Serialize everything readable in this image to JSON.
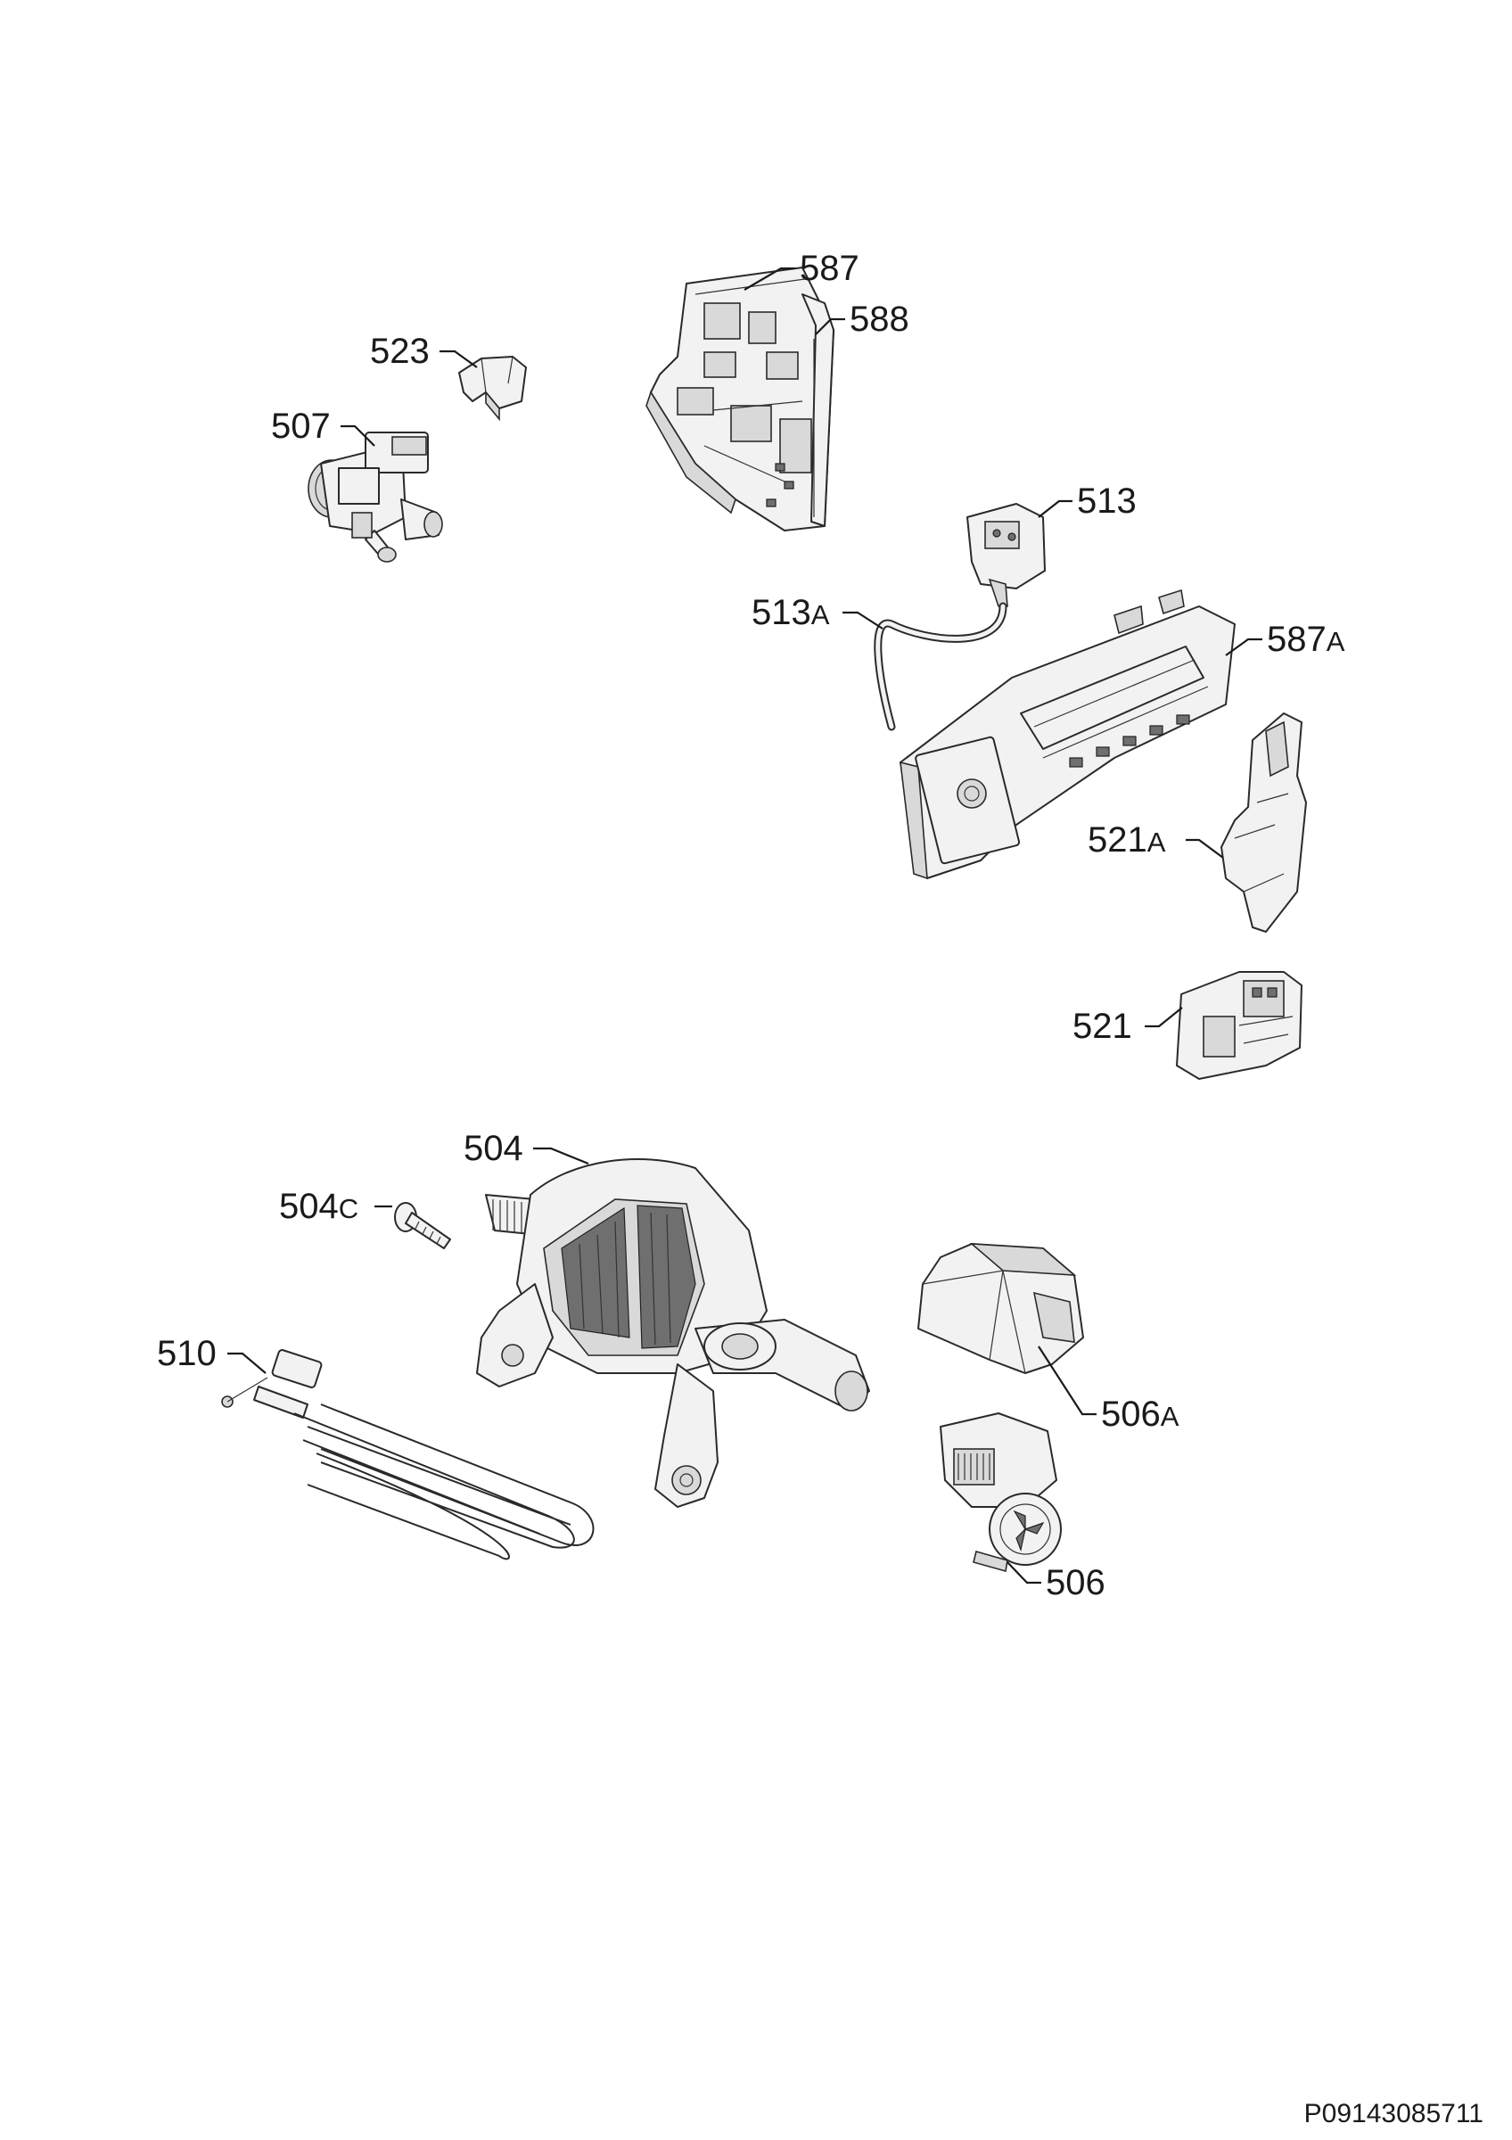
{
  "drawing_ref": "P09143085711",
  "labels": [
    {
      "id": "587",
      "num": "587",
      "suffix": ""
    },
    {
      "id": "588",
      "num": "588",
      "suffix": ""
    },
    {
      "id": "523",
      "num": "523",
      "suffix": ""
    },
    {
      "id": "507",
      "num": "507",
      "suffix": ""
    },
    {
      "id": "513",
      "num": "513",
      "suffix": ""
    },
    {
      "id": "513A",
      "num": "513",
      "suffix": "A"
    },
    {
      "id": "587A",
      "num": "587",
      "suffix": "A"
    },
    {
      "id": "521A",
      "num": "521",
      "suffix": "A"
    },
    {
      "id": "521",
      "num": "521",
      "suffix": ""
    },
    {
      "id": "504",
      "num": "504",
      "suffix": ""
    },
    {
      "id": "504C",
      "num": "504",
      "suffix": "C"
    },
    {
      "id": "510",
      "num": "510",
      "suffix": ""
    },
    {
      "id": "506A",
      "num": "506",
      "suffix": "A"
    },
    {
      "id": "506",
      "num": "506",
      "suffix": ""
    }
  ]
}
